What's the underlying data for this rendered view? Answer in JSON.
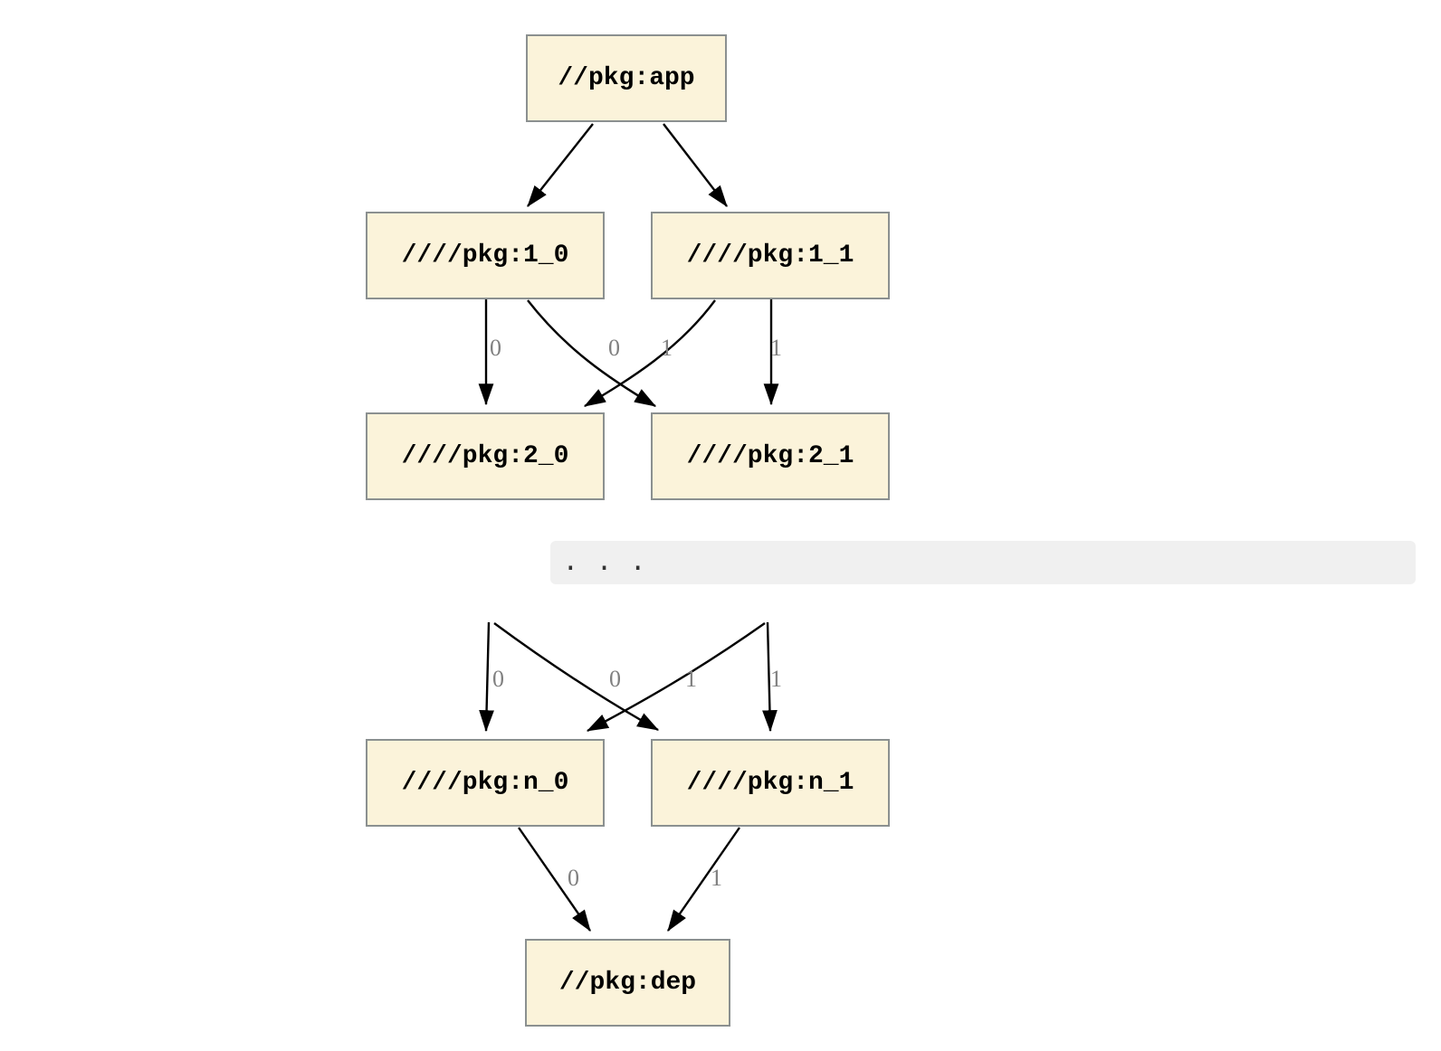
{
  "diagram": {
    "kind": "build-dependency-graph",
    "colors": {
      "page_background": "#ffffff",
      "node_fill": "#fbf3da",
      "node_border": "#8b9090",
      "node_text": "#000000",
      "edge_stroke": "#000000",
      "edge_label_text": "#808080",
      "code_block_background": "#f0f0f0",
      "code_block_text": "#333333"
    },
    "nodes": {
      "app": {
        "label": "//pkg:app"
      },
      "l1_0": {
        "label": "////pkg:1_0"
      },
      "l1_1": {
        "label": "////pkg:1_1"
      },
      "l2_0": {
        "label": "////pkg:2_0"
      },
      "l2_1": {
        "label": "////pkg:2_1"
      },
      "ln_0": {
        "label": "////pkg:n_0"
      },
      "ln_1": {
        "label": "////pkg:n_1"
      },
      "dep": {
        "label": "//pkg:dep"
      }
    },
    "ellipsis": {
      "text": ". . ."
    },
    "edges": [
      {
        "from": "//pkg:app",
        "to": "////pkg:1_0",
        "label": ""
      },
      {
        "from": "//pkg:app",
        "to": "////pkg:1_1",
        "label": ""
      },
      {
        "from": "////pkg:1_0",
        "to": "////pkg:2_0",
        "label": "0"
      },
      {
        "from": "////pkg:1_0",
        "to": "////pkg:2_1",
        "label": "0"
      },
      {
        "from": "////pkg:1_1",
        "to": "////pkg:2_0",
        "label": "1"
      },
      {
        "from": "////pkg:1_1",
        "to": "////pkg:2_1",
        "label": "1"
      },
      {
        "from": "offscreen_0",
        "to": "////pkg:n_0",
        "label": "0"
      },
      {
        "from": "offscreen_0",
        "to": "////pkg:n_1",
        "label": "0"
      },
      {
        "from": "offscreen_1",
        "to": "////pkg:n_0",
        "label": "1"
      },
      {
        "from": "offscreen_1",
        "to": "////pkg:n_1",
        "label": "1"
      },
      {
        "from": "////pkg:n_0",
        "to": "//pkg:dep",
        "label": "0"
      },
      {
        "from": "////pkg:n_1",
        "to": "//pkg:dep",
        "label": "1"
      }
    ]
  }
}
